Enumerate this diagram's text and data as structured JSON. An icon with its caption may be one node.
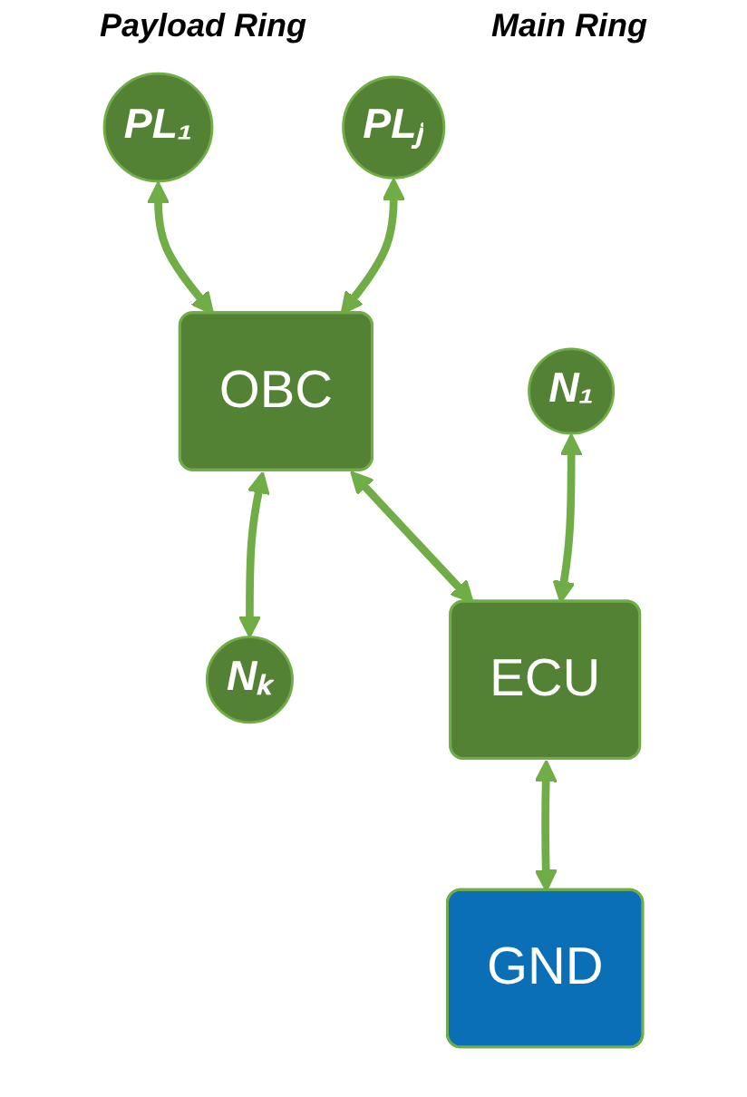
{
  "diagram": {
    "nodes": [
      {
        "text": [
          "PL₁"
        ]
      },
      {
        "text": [
          "PLⱼ"
        ]
      },
      {
        "text": [
          "OBC"
        ]
      },
      {
        "text": [
          "Nₖ"
        ]
      },
      {
        "text": [
          "N₁"
        ]
      },
      {
        "text": [
          "ECU"
        ]
      },
      {
        "text": [
          "GND"
        ]
      }
    ],
    "edges": [
      {
        "from": 0,
        "to": 2,
        "arrow": "both"
      },
      {
        "from": 1,
        "to": 2,
        "arrow": "both"
      },
      {
        "from": 2,
        "to": 3,
        "arrow": "both"
      },
      {
        "from": 2,
        "to": 5,
        "arrow": "both"
      },
      {
        "from": 4,
        "to": 5,
        "arrow": "both"
      },
      {
        "from": 5,
        "to": 6,
        "arrow": "both"
      }
    ],
    "labels": [
      "Payload Ring",
      "Main Ring"
    ]
  }
}
